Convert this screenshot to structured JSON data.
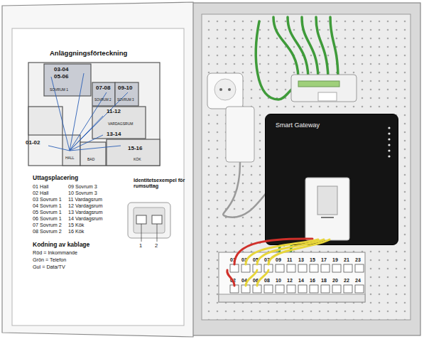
{
  "diagram": {
    "title": "Anläggningsförteckning",
    "nodes": [
      {
        "text": [
          "Smart Gateway"
        ]
      }
    ],
    "labels": [
      "03-04",
      "05-06",
      "07-08",
      "09-10",
      "11-12",
      "13-14",
      "15-16",
      "01-02",
      "SOVRUM 1",
      "SOVRUM 2",
      "SOVRUM 3",
      "VARDAGSRUM",
      "HALL",
      "BAD",
      "KÖK",
      "Uttagsplacering",
      "01 Hall",
      "02 Hall",
      "03 Sovrum 1",
      "04 Sovrum 1",
      "05 Sovrum 1",
      "06 Sovrum 1",
      "07 Sovrum 2",
      "08 Sovrum 2",
      "09 Sovrum 3",
      "10 Sovrum 3",
      "11 Vardagsrum",
      "12 Vardagsrum",
      "13 Vardagsrum",
      "14 Vardagsrum",
      "15 Kök",
      "16 Kök",
      "Kodning av kablage",
      "Röd = Inkommande",
      "Grön = Telefon",
      "Gul = Data/TV",
      "Identitetsexempel för rumsuttag",
      "1",
      "2",
      "01",
      "03",
      "05",
      "07",
      "09",
      "11",
      "13",
      "15",
      "17",
      "19",
      "21",
      "23",
      "02",
      "04",
      "06",
      "08",
      "10",
      "12",
      "14",
      "16",
      "18",
      "20",
      "22",
      "24"
    ]
  }
}
